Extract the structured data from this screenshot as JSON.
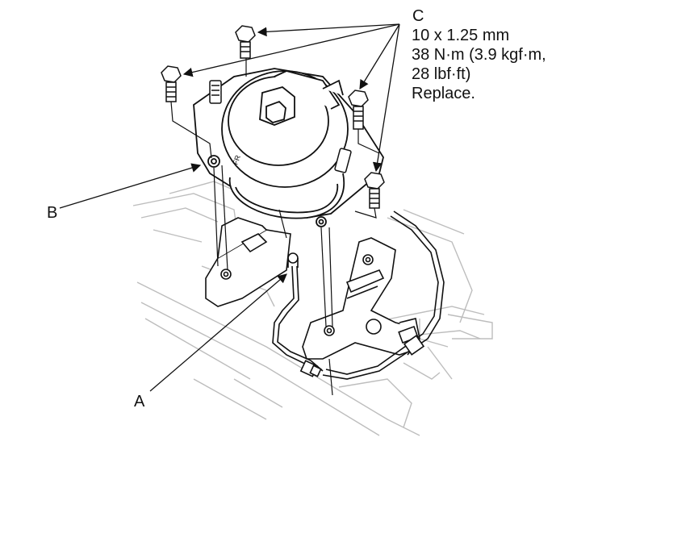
{
  "labels": {
    "a": "A",
    "b": "B",
    "c": "C"
  },
  "spec_c": {
    "line1": "10 x 1.25 mm",
    "line2": "38 N·m (3.9 kgf·m,",
    "line3": "28 lbf·ft)",
    "line4": "Replace."
  },
  "part_marking": "FR",
  "colors": {
    "ink": "#111111",
    "background": "#ffffff",
    "chassis": "#bbbbbb"
  }
}
